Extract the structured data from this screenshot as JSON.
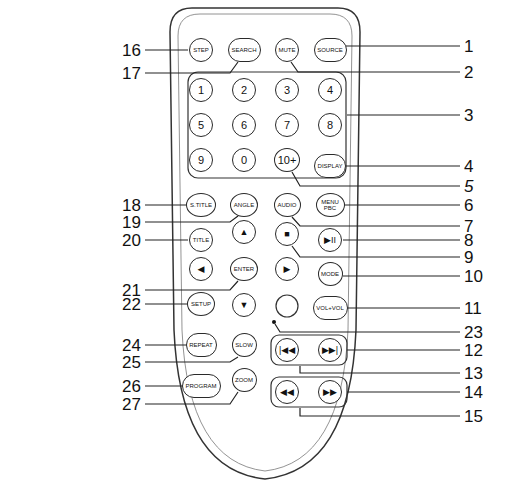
{
  "diagram": {
    "nodes": [
      {
        "text": [
          "STEP"
        ]
      },
      {
        "text": [
          "SEARCH"
        ]
      },
      {
        "text": [
          "MUTE"
        ]
      },
      {
        "text": [
          "SOURCE"
        ]
      },
      {
        "text": [
          "1"
        ]
      },
      {
        "text": [
          "2"
        ]
      },
      {
        "text": [
          "3"
        ]
      },
      {
        "text": [
          "4"
        ]
      },
      {
        "text": [
          "5"
        ]
      },
      {
        "text": [
          "6"
        ]
      },
      {
        "text": [
          "7"
        ]
      },
      {
        "text": [
          "8"
        ]
      },
      {
        "text": [
          "9"
        ]
      },
      {
        "text": [
          "0"
        ]
      },
      {
        "text": [
          "10+"
        ]
      },
      {
        "text": [
          "DISPLAY"
        ]
      },
      {
        "text": [
          "S.TITLE"
        ]
      },
      {
        "text": [
          "ANGLE"
        ]
      },
      {
        "text": [
          "AUDIO"
        ]
      },
      {
        "text": [
          "MENU PBC"
        ]
      },
      {
        "text": [
          "TITLE"
        ]
      },
      {
        "text": [
          "▲"
        ]
      },
      {
        "text": [
          "■"
        ]
      },
      {
        "text": [
          "▶II"
        ]
      },
      {
        "text": [
          "◀"
        ]
      },
      {
        "text": [
          "ENTER"
        ]
      },
      {
        "text": [
          "▶"
        ]
      },
      {
        "text": [
          "MODE"
        ]
      },
      {
        "text": [
          "SETUP"
        ]
      },
      {
        "text": [
          "▼"
        ]
      },
      {
        "text": [
          "VOL+VOL"
        ]
      },
      {
        "text": [
          "REPEAT"
        ]
      },
      {
        "text": [
          "SLOW"
        ]
      },
      {
        "text": [
          "|◀◀"
        ]
      },
      {
        "text": [
          "▶▶|"
        ]
      },
      {
        "text": [
          "PROGRAM"
        ]
      },
      {
        "text": [
          "ZOOM"
        ]
      },
      {
        "text": [
          "◀◀"
        ]
      },
      {
        "text": [
          "▶▶"
        ]
      }
    ],
    "labels": [
      "16",
      "1",
      "17",
      "2",
      "3",
      "4",
      "5",
      "18",
      "6",
      "19",
      "7",
      "20",
      "8",
      "9",
      "10",
      "21",
      "11",
      "22",
      "23",
      "24",
      "12",
      "25",
      "13",
      "26",
      "14",
      "27",
      "15"
    ]
  }
}
